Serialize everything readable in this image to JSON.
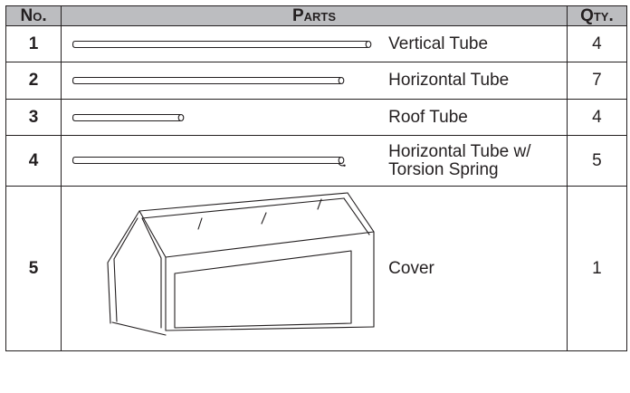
{
  "header": {
    "no": "No.",
    "parts": "Parts",
    "qty": "Qty."
  },
  "rows": [
    {
      "no": "1",
      "name": "Vertical Tube",
      "qty": "4",
      "icon": "vertical-tube-icon"
    },
    {
      "no": "2",
      "name": "Horizontal Tube",
      "qty": "7",
      "icon": "horizontal-tube-icon"
    },
    {
      "no": "3",
      "name": "Roof Tube",
      "qty": "4",
      "icon": "roof-tube-icon"
    },
    {
      "no": "4",
      "name_line1": "Horizontal Tube w/",
      "name_line2": "Torsion Spring",
      "qty": "5",
      "icon": "torsion-spring-tube-icon"
    },
    {
      "no": "5",
      "name": "Cover",
      "qty": "1",
      "icon": "cover-icon"
    }
  ],
  "colors": {
    "header_bg": "#bcbdc0",
    "line": "#231f20"
  }
}
